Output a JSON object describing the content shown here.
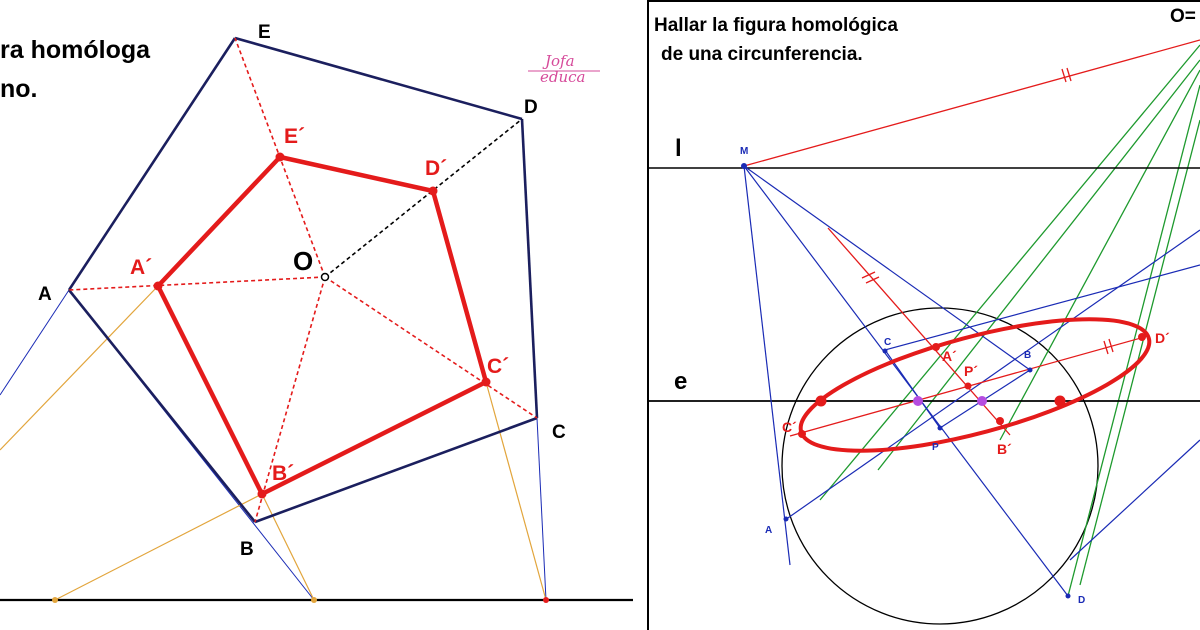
{
  "left_panel": {
    "title_lines": [
      "ra homóloga",
      "no."
    ],
    "logo": {
      "text_top": "Jofa",
      "text_bottom": "educa",
      "color": "#d64a9a"
    },
    "labels": {
      "A": "A",
      "B": "B",
      "C": "C",
      "D": "D",
      "E": "E",
      "A_prime": "A´",
      "B_prime": "B´",
      "C_prime": "C´",
      "D_prime": "D´",
      "E_prime": "E´",
      "O": "O"
    }
  },
  "right_panel": {
    "title_lines": [
      "Hallar la figura homológica",
      "de una circunferencia."
    ],
    "corner_label": "O=",
    "line_labels": {
      "l": "l",
      "e": "e"
    },
    "labels": {
      "M": "M",
      "A": "A",
      "B": "B",
      "C": "C",
      "D": "D",
      "P": "P",
      "A_prime": "A´",
      "B_prime": "B´",
      "C_prime": "C´",
      "D_prime": "D´",
      "P_prime": "P´"
    }
  },
  "colors": {
    "red": "#e41b1b",
    "navy": "#1b1f5e",
    "blue": "#1a2bb5",
    "orange": "#e2a53c",
    "green": "#1e9a2e",
    "purple": "#b54ce0",
    "black": "#000000"
  }
}
